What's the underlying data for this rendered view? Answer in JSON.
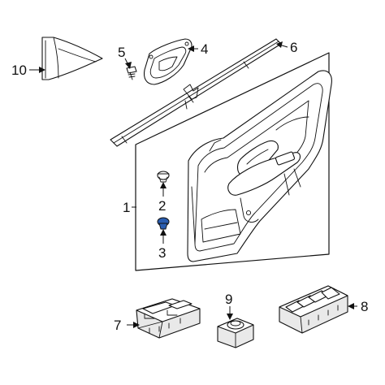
{
  "diagram": {
    "callouts": [
      {
        "id": "1",
        "label": "1"
      },
      {
        "id": "2",
        "label": "2"
      },
      {
        "id": "3",
        "label": "3"
      },
      {
        "id": "4",
        "label": "4"
      },
      {
        "id": "5",
        "label": "5"
      },
      {
        "id": "6",
        "label": "6"
      },
      {
        "id": "7",
        "label": "7"
      },
      {
        "id": "8",
        "label": "8"
      },
      {
        "id": "9",
        "label": "9"
      },
      {
        "id": "10",
        "label": "10"
      }
    ],
    "colors": {
      "line": "#111111",
      "highlight": "#2a5db0",
      "fill": "#ffffff",
      "shade": "#e9e9e9"
    }
  }
}
